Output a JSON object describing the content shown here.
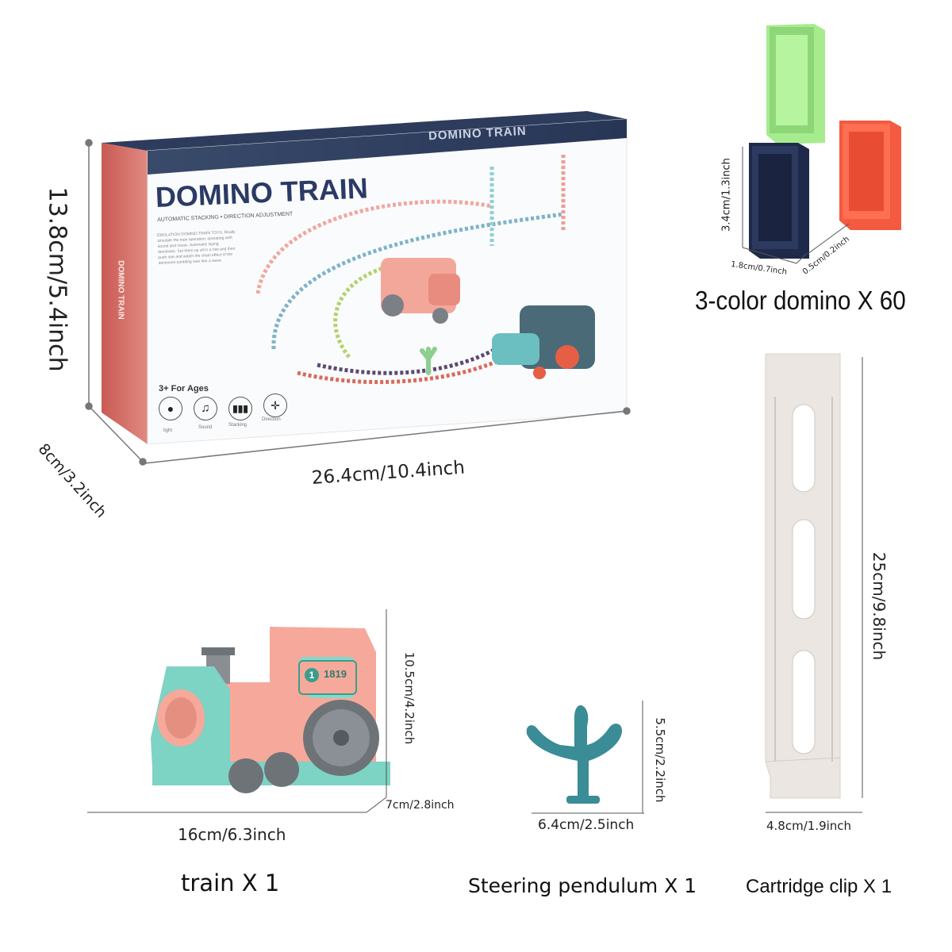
{
  "box": {
    "title": "DOMINO TRAIN",
    "top_title": "DOMINO TRAIN",
    "side_title": "DOMINO TRAIN",
    "subtitle": "AUTOMATIC STACKING • DIRECTION ADJUSTMENT",
    "description": "EMULATION DOMINO TRAIN TOYS, Really simulate the train operation, operating with sound and music. Automatic laying dominoes. Set them up all in a row and then push one and watch the chain effect of the dominoes tumbling over like a wave.",
    "ages": "3+ For Ages",
    "features": [
      {
        "icon": "light-bulb-icon",
        "label": "light"
      },
      {
        "icon": "music-note-icon",
        "label": "Sound"
      },
      {
        "icon": "stacking-icon",
        "label": "Stacking"
      },
      {
        "icon": "direction-icon",
        "label": "Direction"
      }
    ],
    "height": "13.8cm/5.4inch",
    "depth": "8cm/3.2inch",
    "width": "26.4cm/10.4inch"
  },
  "domino": {
    "height": "3.4cm/1.3inch",
    "width": "1.8cm/0.7inch",
    "thickness": "0.5cm/0.2inch",
    "caption": "3-color domino X 60",
    "colors": {
      "green": "#a6ec8f",
      "navy": "#1f2a4a",
      "orange": "#f35a3f"
    }
  },
  "train": {
    "plate": "1819",
    "plate_number": "1",
    "height": "10.5cm/4.2inch",
    "depth": "7cm/2.8inch",
    "width": "16cm/6.3inch",
    "caption": "train X 1",
    "colors": {
      "body": "#f6a99a",
      "accent": "#7dd3c4",
      "wheel": "#6e7378"
    }
  },
  "pendulum": {
    "height": "5.5cm/2.2inch",
    "width": "6.4cm/2.5inch",
    "caption": "Steering pendulum X 1",
    "color": "#3a8c96"
  },
  "clip": {
    "height": "25cm/9.8inch",
    "width": "4.8cm/1.9inch",
    "caption": "Cartridge clip X 1",
    "color": "#ebe6e1"
  }
}
